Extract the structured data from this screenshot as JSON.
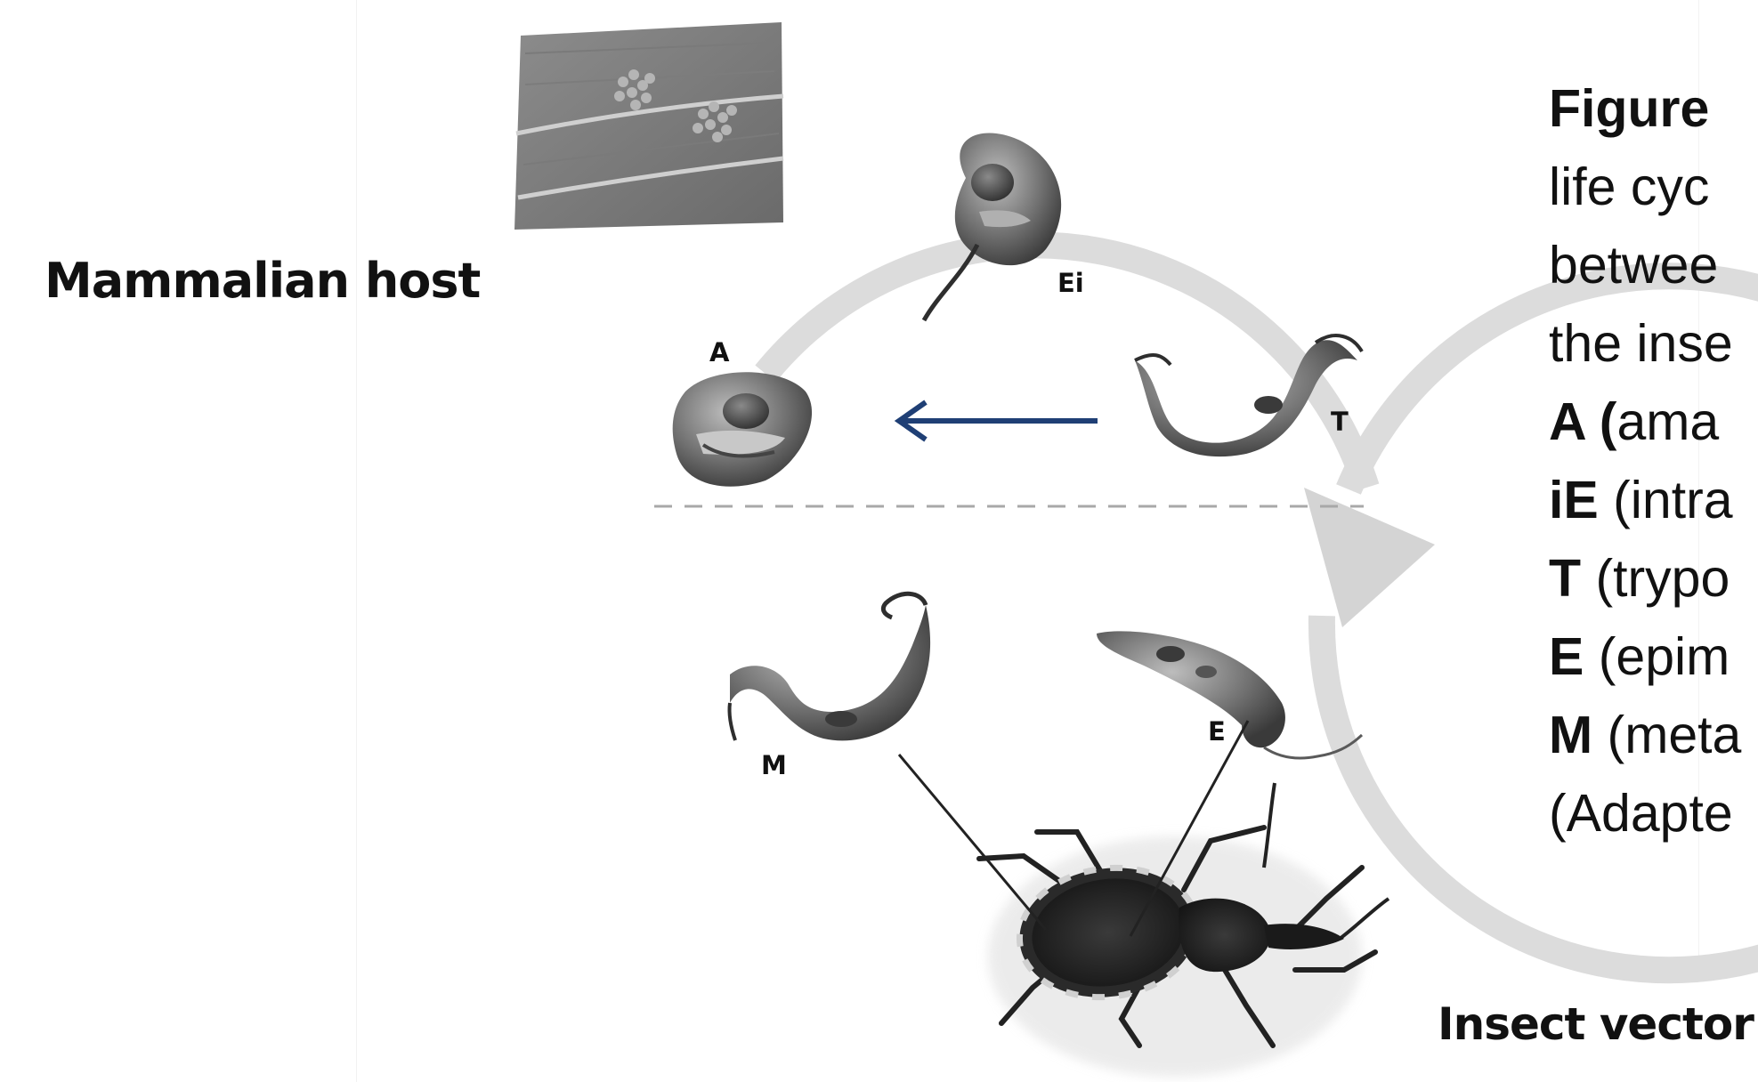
{
  "labels": {
    "mammalian_host": "Mammalian host",
    "insect_vector": "Insect vector"
  },
  "stages": {
    "A": "A",
    "Ei": "Ei",
    "T": "T",
    "M": "M",
    "E": "E"
  },
  "caption": {
    "title": "Figure",
    "line1": "life cyc",
    "line2": "betwee",
    "line3": "the inse",
    "line4": {
      "key": "A (",
      "text": "ama"
    },
    "line5": {
      "key": "iE",
      "text": " (intra"
    },
    "line6": {
      "key": "T",
      "text": " (trypo"
    },
    "line7": {
      "key": "E",
      "text": " (epim"
    },
    "line8": {
      "key": "M",
      "text": " (meta"
    },
    "line9": "(Adapte"
  },
  "colors": {
    "cycle_ring": "#dcdcdc",
    "transform_arrow": "#1f3f75",
    "parasite_dark": "#4a4a4a",
    "parasite_light": "#9a9a9a"
  },
  "icons": [
    "muscle-tissue-image",
    "insect-vector-image"
  ]
}
